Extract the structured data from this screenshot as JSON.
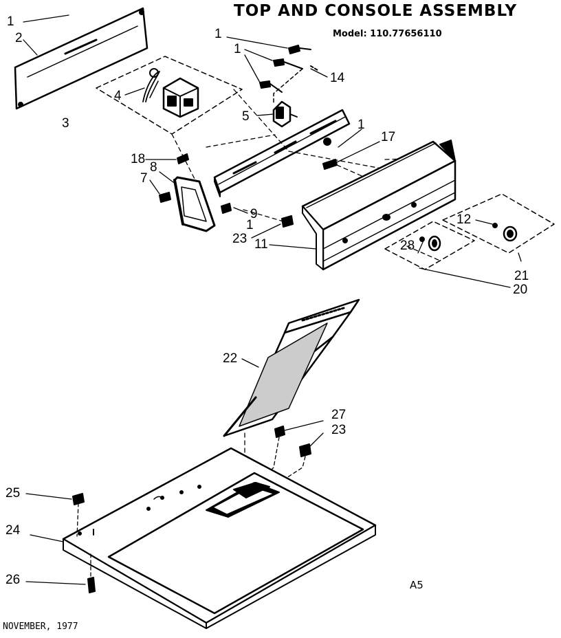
{
  "header": {
    "title": "TOP AND CONSOLE ASSEMBLY",
    "model": "Model: 110.77656110"
  },
  "footer": {
    "date": "NOVEMBER, 1977",
    "code": "A5"
  },
  "callouts": [
    "1",
    "2",
    "3",
    "4",
    "5",
    "7",
    "8",
    "9",
    "11",
    "12",
    "14",
    "17",
    "18",
    "20",
    "21",
    "22",
    "23",
    "24",
    "25",
    "26",
    "27",
    "28"
  ]
}
